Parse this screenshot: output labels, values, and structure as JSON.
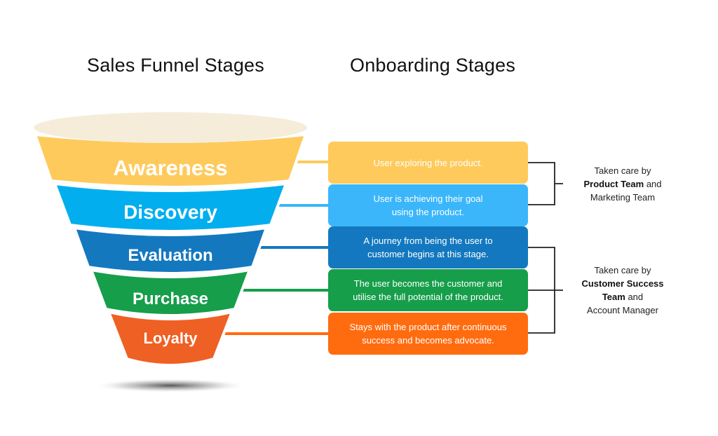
{
  "titles": {
    "left": "Sales Funnel Stages",
    "right": "Onboarding Stages"
  },
  "stages": [
    {
      "label": "Awareness",
      "color": "#FECA5C",
      "box_color": "#FECA5C",
      "description": "User exploring the product."
    },
    {
      "label": "Discovery",
      "color": "#03AEEF",
      "box_color": "#3BB6FB",
      "description": "User is achieving their goal using the product."
    },
    {
      "label": "Evaluation",
      "color": "#1478BF",
      "box_color": "#1378BF",
      "description": "A journey from being the user to customer begins at this stage."
    },
    {
      "label": "Purchase",
      "color": "#169E4A",
      "box_color": "#169E4A",
      "description": "The user becomes the customer and utilise the full potential of the product."
    },
    {
      "label": "Loyalty",
      "color": "#EF6024",
      "box_color": "#FF6C10",
      "description": "Stays with the product after continuous success and becomes advocate."
    }
  ],
  "groups": [
    {
      "prefix": "Taken care by",
      "bold": "Product Team",
      "suffix": "and",
      "last": "Marketing Team",
      "covers": [
        "Awareness",
        "Discovery"
      ]
    },
    {
      "prefix": "Taken care by",
      "bold": "Customer Success Team",
      "suffix": "and",
      "last": "Account Manager",
      "covers": [
        "Evaluation",
        "Purchase",
        "Loyalty"
      ]
    }
  ],
  "colors": {
    "funnel_rim": "#F5EDDA",
    "bracket": "#222222"
  }
}
